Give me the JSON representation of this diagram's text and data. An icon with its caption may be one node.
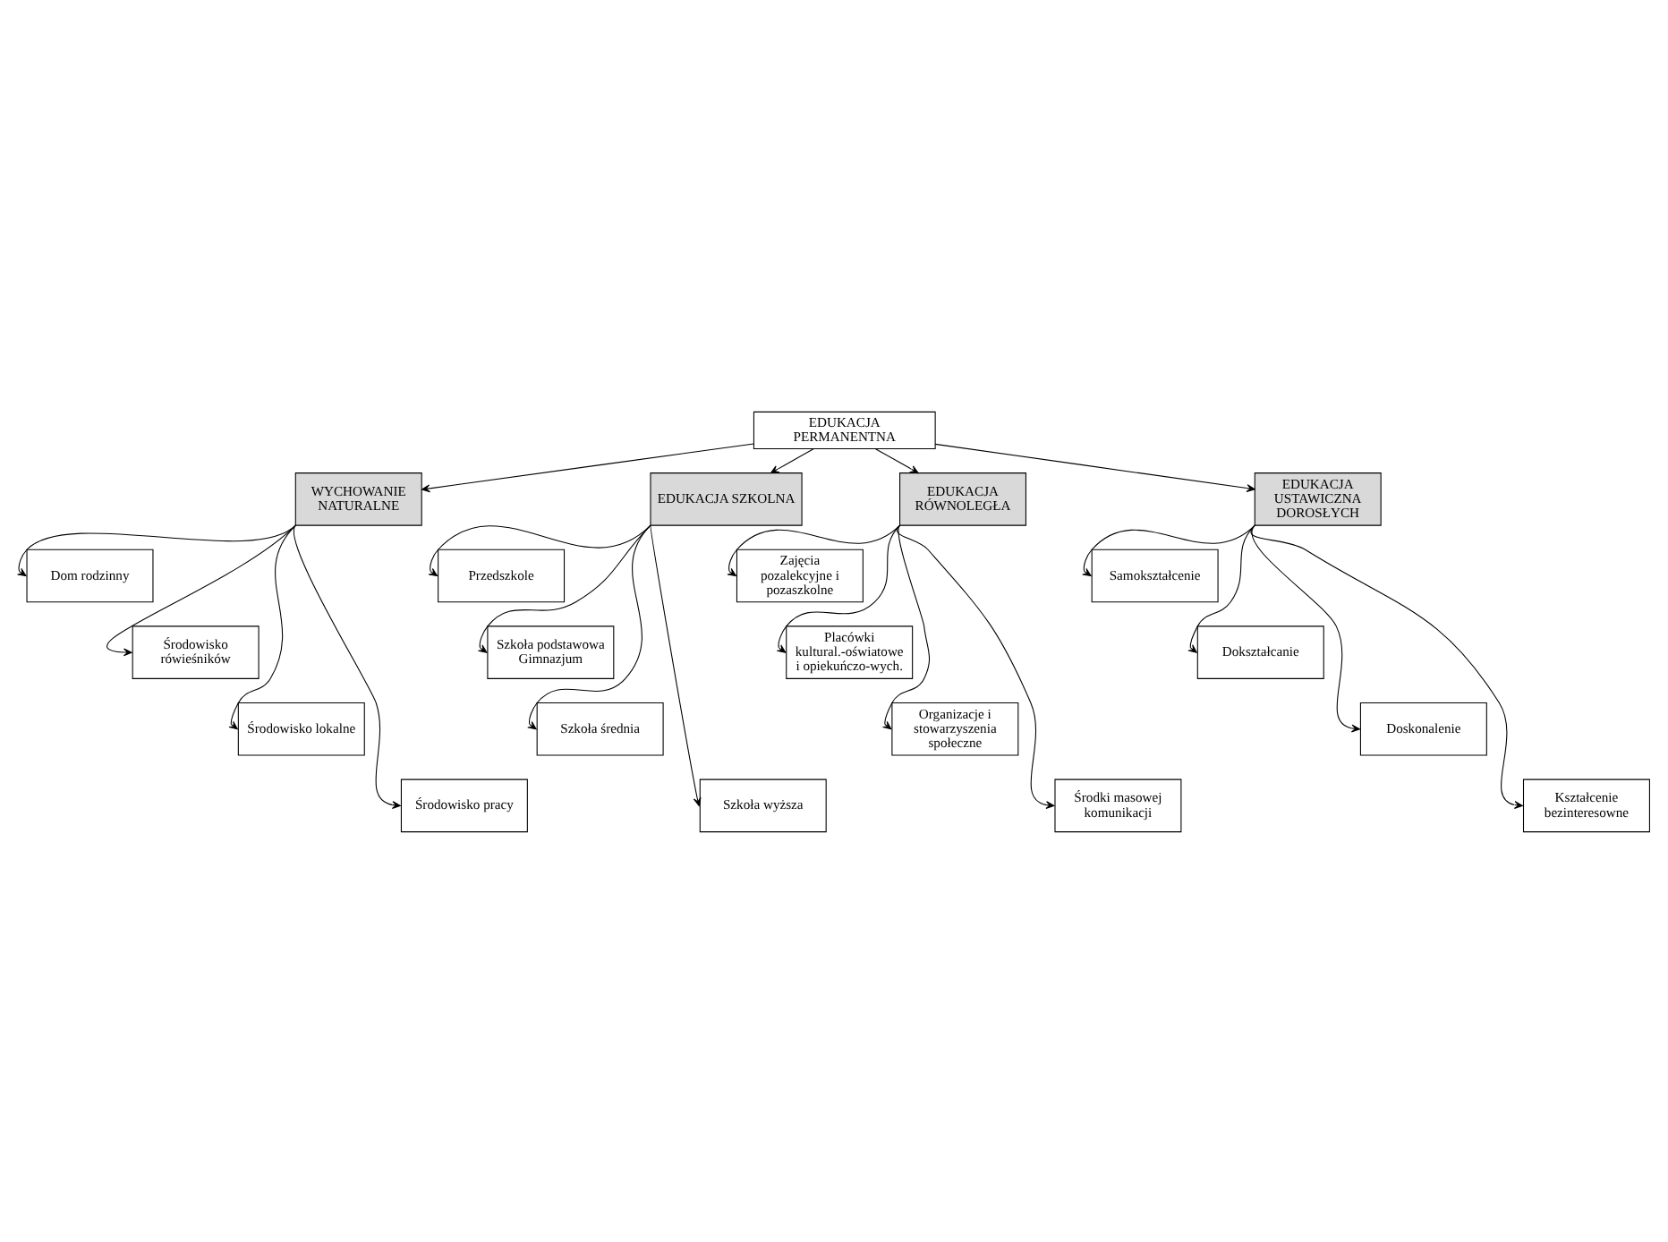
{
  "diagram": {
    "nodes": [
      {
        "text": [
          "EDUKACJA PERMANENTNA"
        ]
      },
      {
        "text": [
          "WYCHOWANIE NATURALNE"
        ]
      },
      {
        "text": [
          "EDUKACJA SZKOLNA"
        ]
      },
      {
        "text": [
          "EDUKACJA RÓWNOLEGŁA"
        ]
      },
      {
        "text": [
          "EDUKACJA USTAWICZNA DOROSŁYCH"
        ]
      },
      {
        "text": [
          "Dom rodzinny"
        ]
      },
      {
        "text": [
          "Środowisko rówieśników"
        ]
      },
      {
        "text": [
          "Środowisko lokalne"
        ]
      },
      {
        "text": [
          "Środowisko pracy"
        ]
      },
      {
        "text": [
          "Przedszkole"
        ]
      },
      {
        "text": [
          "Szkoła podstawowa Gimnazjum"
        ]
      },
      {
        "text": [
          "Szkoła średnia"
        ]
      },
      {
        "text": [
          "Szkoła wyższa"
        ]
      },
      {
        "text": [
          "Zajęcia pozalekcyjne i pozaszkolne"
        ]
      },
      {
        "text": [
          "Placówki kultural.-oświatowe i opiekuńczo-wych."
        ]
      },
      {
        "text": [
          "Organizacje i stowarzyszenia społeczne"
        ]
      },
      {
        "text": [
          "Środki masowej komunikacji"
        ]
      },
      {
        "text": [
          "Samokształcenie"
        ]
      },
      {
        "text": [
          "Dokształcanie"
        ]
      },
      {
        "text": [
          "Doskonalenie"
        ]
      },
      {
        "text": [
          "Kształcenie bezinteresowne"
        ]
      }
    ],
    "edges": [
      {
        "from": 0,
        "to": 1,
        "arrow": "to"
      },
      {
        "from": 0,
        "to": 2,
        "arrow": "to"
      },
      {
        "from": 0,
        "to": 3,
        "arrow": "to"
      },
      {
        "from": 0,
        "to": 4,
        "arrow": "to"
      },
      {
        "from": 1,
        "to": 5,
        "arrow": "to"
      },
      {
        "from": 1,
        "to": 6,
        "arrow": "to"
      },
      {
        "from": 1,
        "to": 7,
        "arrow": "to"
      },
      {
        "from": 1,
        "to": 8,
        "arrow": "to"
      },
      {
        "from": 2,
        "to": 9,
        "arrow": "to"
      },
      {
        "from": 2,
        "to": 10,
        "arrow": "to"
      },
      {
        "from": 2,
        "to": 11,
        "arrow": "to"
      },
      {
        "from": 2,
        "to": 12,
        "arrow": "to"
      },
      {
        "from": 3,
        "to": 13,
        "arrow": "to"
      },
      {
        "from": 3,
        "to": 14,
        "arrow": "to"
      },
      {
        "from": 3,
        "to": 15,
        "arrow": "to"
      },
      {
        "from": 3,
        "to": 16,
        "arrow": "to"
      },
      {
        "from": 4,
        "to": 17,
        "arrow": "to"
      },
      {
        "from": 4,
        "to": 18,
        "arrow": "to"
      },
      {
        "from": 4,
        "to": 19,
        "arrow": "to"
      },
      {
        "from": 4,
        "to": 20,
        "arrow": "to"
      }
    ]
  }
}
